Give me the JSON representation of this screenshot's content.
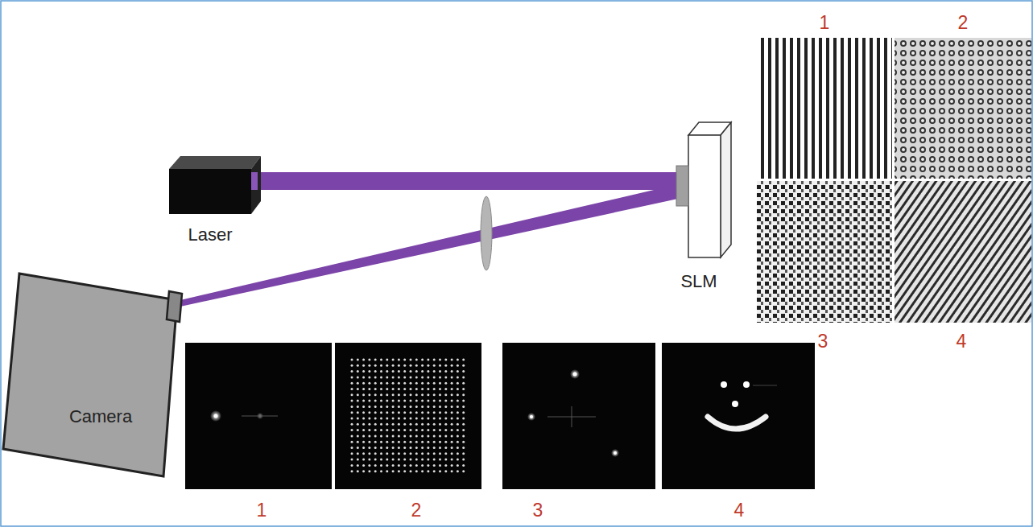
{
  "diagram": {
    "labels": [
      "Laser",
      "SLM",
      "Camera",
      "1",
      "2",
      "3",
      "4",
      "1",
      "2",
      "3",
      "4"
    ]
  }
}
